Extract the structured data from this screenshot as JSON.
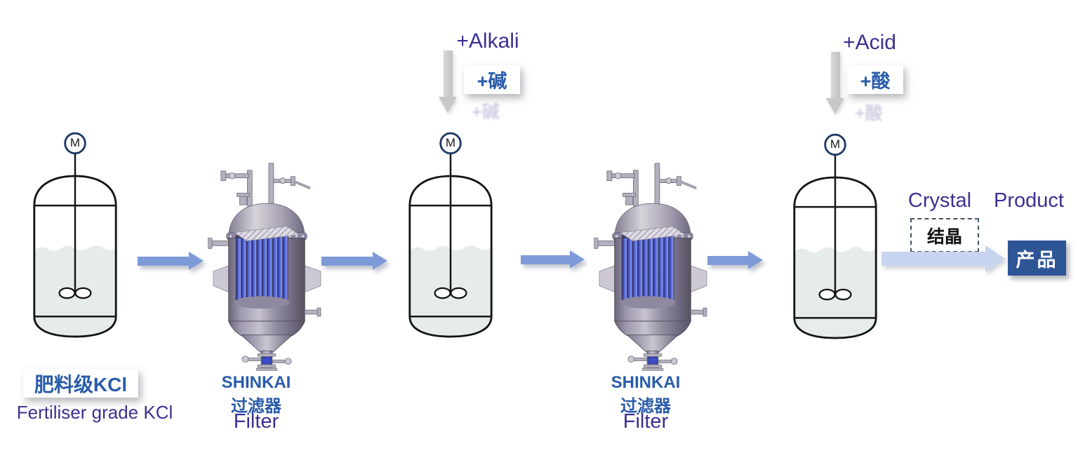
{
  "colors": {
    "purple_text": "#3B3191",
    "blue_text": "#2A5CAA",
    "flow_arrow": "#7E9BD8",
    "final_arrow": "#C7D5F0",
    "feed_arrow_gray": "#C8C8C8",
    "motor_ring": "#1F3864",
    "product_box_bg": "#2E5596",
    "tank_liquid": "#E6ECEC"
  },
  "motor_label": "M",
  "feed": {
    "name_cn": "肥料级KCl",
    "name_en": "Fertiliser grade KCl"
  },
  "filters": [
    {
      "brand": "SHINKAI",
      "type_cn": "过滤器",
      "type_en": "Filter"
    },
    {
      "brand": "SHINKAI",
      "type_cn": "过滤器",
      "type_en": "Filter"
    }
  ],
  "additions": {
    "alkali_en": "+Alkali",
    "alkali_cn": "+碱",
    "acid_en": "+Acid",
    "acid_cn": "+酸"
  },
  "output": {
    "crystal_en": "Crystal",
    "product_en": "Product",
    "crystal_cn": "结晶",
    "product_cn": "产品"
  }
}
